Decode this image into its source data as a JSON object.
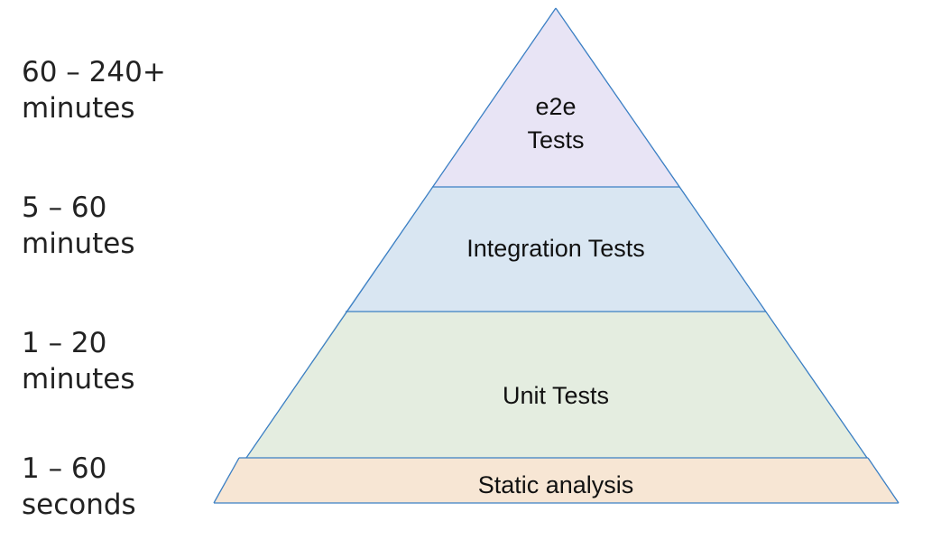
{
  "time_labels": [
    {
      "range": "60 – 240+",
      "unit": "minutes"
    },
    {
      "range": "5 – 60",
      "unit": "minutes"
    },
    {
      "range": "1 – 20",
      "unit": "minutes"
    },
    {
      "range": "1 – 60",
      "unit": "seconds"
    }
  ],
  "layers": [
    {
      "lines": [
        "e2e",
        "Tests"
      ],
      "fill": "#e8e4f5"
    },
    {
      "lines": [
        "Integration Tests"
      ],
      "fill": "#d9e6f2"
    },
    {
      "lines": [
        "Unit Tests"
      ],
      "fill": "#e4ede0"
    },
    {
      "lines": [
        "Static analysis"
      ],
      "fill": "#f7e6d4"
    }
  ],
  "colors": {
    "outline": "#3b7fc4"
  }
}
